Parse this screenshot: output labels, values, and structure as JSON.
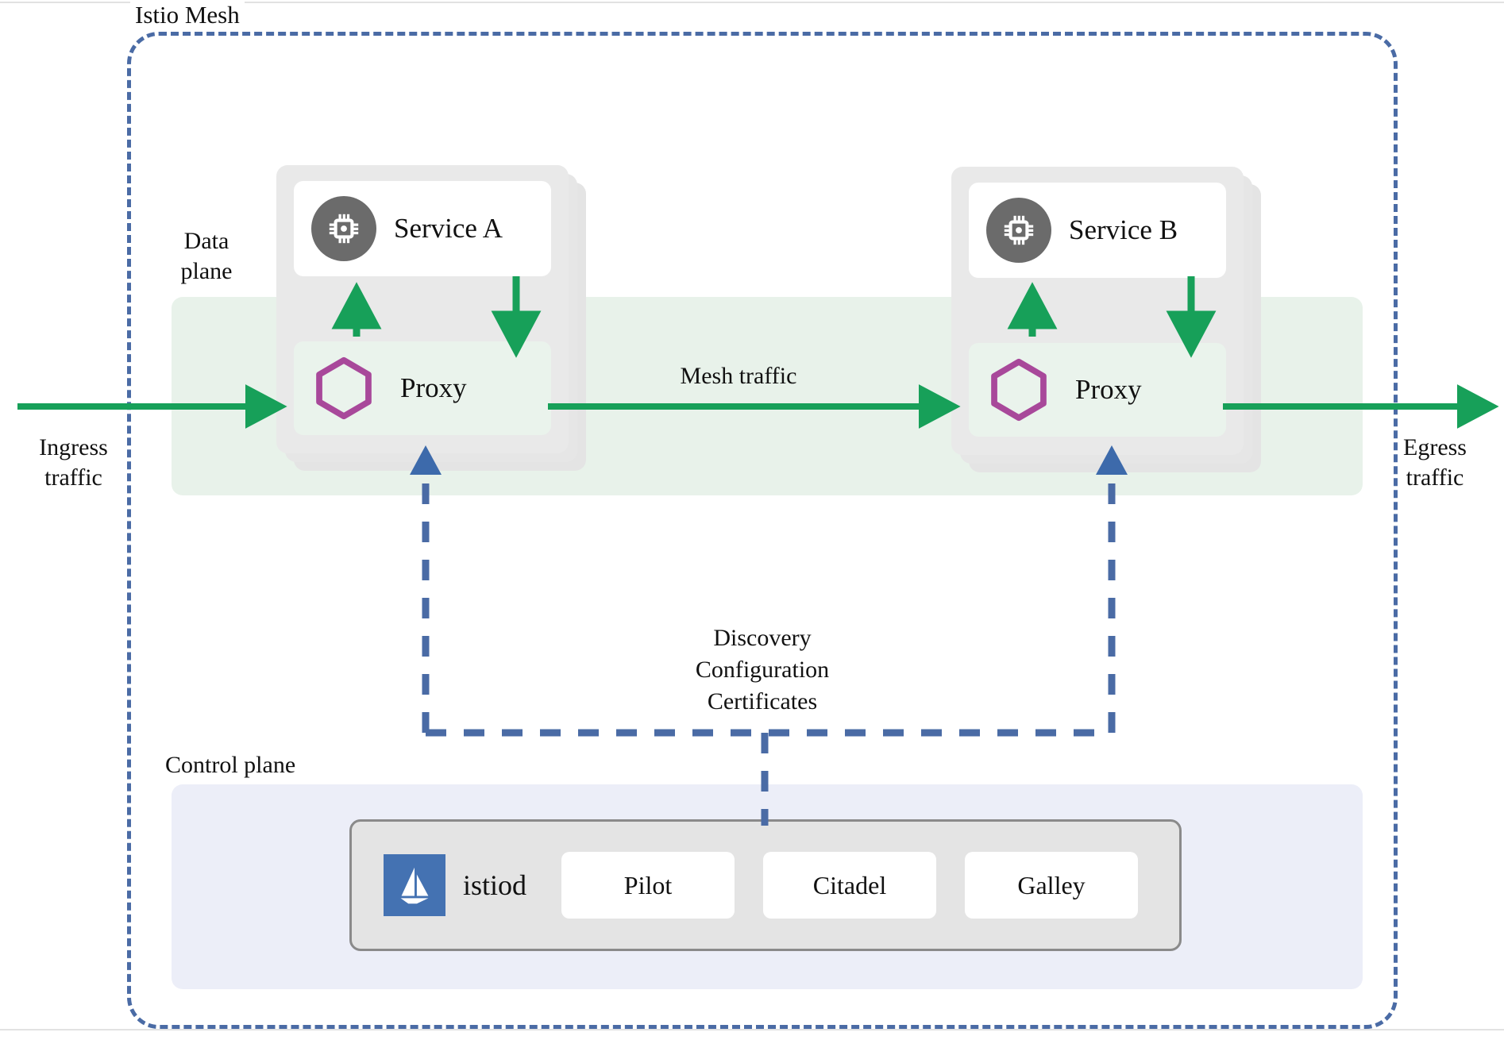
{
  "diagram": {
    "title": "Istio Mesh",
    "planes": {
      "data_label": "Data\nplane",
      "control_label": "Control plane"
    },
    "traffic": {
      "ingress": "Ingress\ntraffic",
      "egress": "Egress\ntraffic",
      "mesh": "Mesh traffic"
    },
    "control_flow_label": "Discovery\nConfiguration\nCertificates",
    "pods": [
      {
        "service_label": "Service A",
        "proxy_label": "Proxy",
        "service_icon": "cpu-chip-icon",
        "proxy_icon": "envoy-hexagon-icon"
      },
      {
        "service_label": "Service B",
        "proxy_label": "Proxy",
        "service_icon": "cpu-chip-icon",
        "proxy_icon": "envoy-hexagon-icon"
      }
    ],
    "istiod": {
      "label": "istiod",
      "logo_icon": "istio-sail-icon",
      "components": [
        {
          "label": "Pilot"
        },
        {
          "label": "Citadel"
        },
        {
          "label": "Galley"
        }
      ]
    },
    "colors": {
      "mesh_border": "#4a6ba5",
      "data_plane_bg": "#e8f2ea",
      "control_plane_bg": "#eceef8",
      "traffic_green": "#17a059",
      "proxy_purple": "#a8489a",
      "service_icon_grey": "#6b6b6b",
      "istiod_blue": "#4472b2"
    }
  }
}
